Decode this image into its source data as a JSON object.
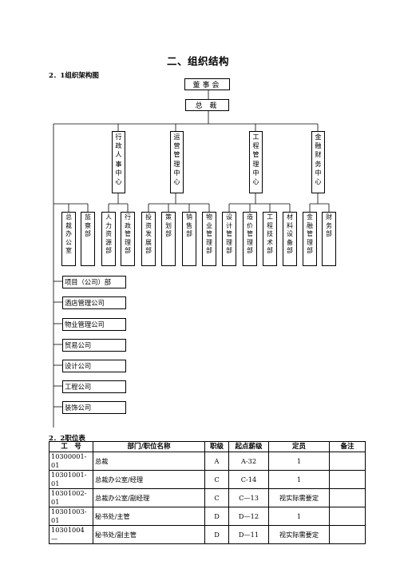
{
  "doc": {
    "title": "二、组织结构",
    "section_org": "2．1组织架构图",
    "section_pos": "2．2职位表"
  },
  "org": {
    "board": "董事会",
    "president": "总 裁",
    "centers": [
      {
        "chars": [
          "行",
          "政",
          "人",
          "事",
          "中",
          "心"
        ]
      },
      {
        "chars": [
          "运",
          "营",
          "管",
          "理",
          "中",
          "心"
        ]
      },
      {
        "chars": [
          "工",
          "程",
          "管",
          "理",
          "中",
          "心"
        ]
      },
      {
        "chars": [
          "金",
          "融",
          "财",
          "务",
          "中",
          "心"
        ]
      }
    ],
    "departments": [
      {
        "chars": [
          "总",
          "裁",
          "办",
          "公",
          "室"
        ]
      },
      {
        "chars": [
          "监",
          "察",
          "部"
        ]
      },
      {
        "chars": [
          "人",
          "力",
          "资",
          "源",
          "部"
        ]
      },
      {
        "chars": [
          "行",
          "政",
          "管",
          "理",
          "部"
        ]
      },
      {
        "chars": [
          "投",
          "资",
          "发",
          "展",
          "部"
        ]
      },
      {
        "chars": [
          "策",
          "划",
          "部"
        ]
      },
      {
        "chars": [
          "销",
          "售",
          "部"
        ]
      },
      {
        "chars": [
          "物",
          "业",
          "管",
          "理",
          "部"
        ]
      },
      {
        "chars": [
          "设",
          "计",
          "管",
          "理",
          "部"
        ]
      },
      {
        "chars": [
          "造",
          "价",
          "管",
          "理",
          "部"
        ]
      },
      {
        "chars": [
          "工",
          "程",
          "技",
          "术",
          "部"
        ]
      },
      {
        "chars": [
          "材",
          "料",
          "设",
          "备",
          "部"
        ]
      },
      {
        "chars": [
          "金",
          "融",
          "管",
          "理",
          "部"
        ]
      },
      {
        "chars": [
          "财",
          "务",
          "部"
        ]
      }
    ],
    "companies": [
      "项目（公司）部",
      "酒店管理公司",
      "物业管理公司",
      "贸易公司",
      "设计公司",
      "工程公司",
      "装饰公司"
    ]
  },
  "table": {
    "headers": [
      "工　号",
      "部门/职位名称",
      "职级",
      "起点薪级",
      "定员",
      "备注"
    ],
    "rows": [
      [
        "10300001-01",
        "总裁",
        "A",
        "A-32",
        "1",
        ""
      ],
      [
        "10301001-01",
        "总裁办公室/经理",
        "C",
        "C-14",
        "1",
        ""
      ],
      [
        "10301002-01",
        "总裁办公室/副经理",
        "C",
        "C—13",
        "视实际需要定",
        ""
      ],
      [
        "10301003-01",
        "秘书处/主管",
        "D",
        "D—12",
        "1",
        ""
      ],
      [
        "10301004 —",
        "秘书处/副主管",
        "D",
        "D—11",
        "视实际需要定",
        ""
      ]
    ]
  }
}
